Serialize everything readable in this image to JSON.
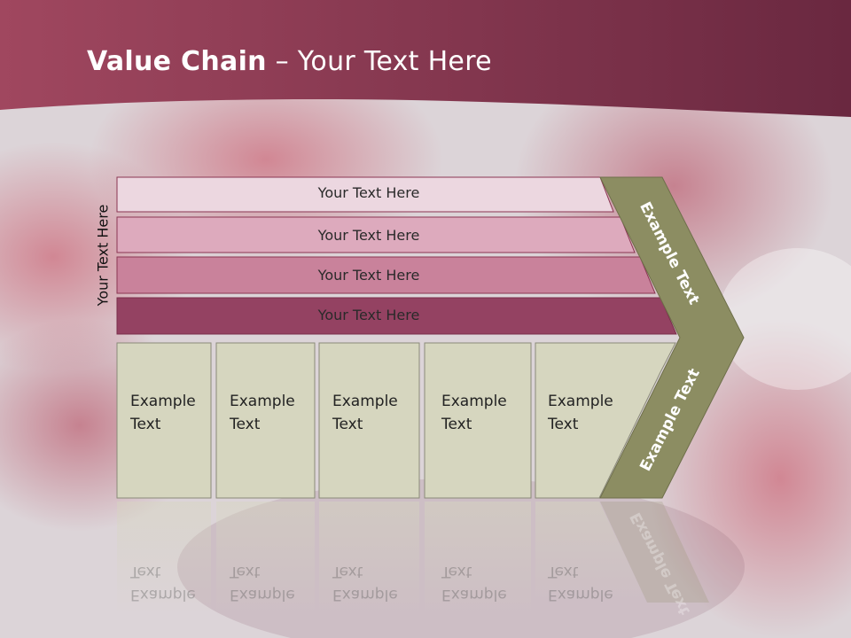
{
  "title": {
    "bold": "Value Chain",
    "rest": " – Your Text Here"
  },
  "side_label": "Your Text Here",
  "bars": [
    {
      "label": "Your Text Here",
      "color": "#ecd7e0"
    },
    {
      "label": "Your Text Here",
      "color": "#ddaabd"
    },
    {
      "label": "Your Text Here",
      "color": "#c9829b"
    },
    {
      "label": "Your Text Here",
      "color": "#944262"
    }
  ],
  "boxes": [
    {
      "line1": "Example",
      "line2": "Text"
    },
    {
      "line1": "Example",
      "line2": "Text"
    },
    {
      "line1": "Example",
      "line2": "Text"
    },
    {
      "line1": "Example",
      "line2": "Text"
    },
    {
      "line1": "Example",
      "line2": "Text"
    }
  ],
  "chevron": {
    "upper": "Example Text",
    "lower": "Example Text",
    "color": "#8c8d62"
  },
  "colors": {
    "header": "#8a3552",
    "box_fill": "#d6d6bf"
  }
}
